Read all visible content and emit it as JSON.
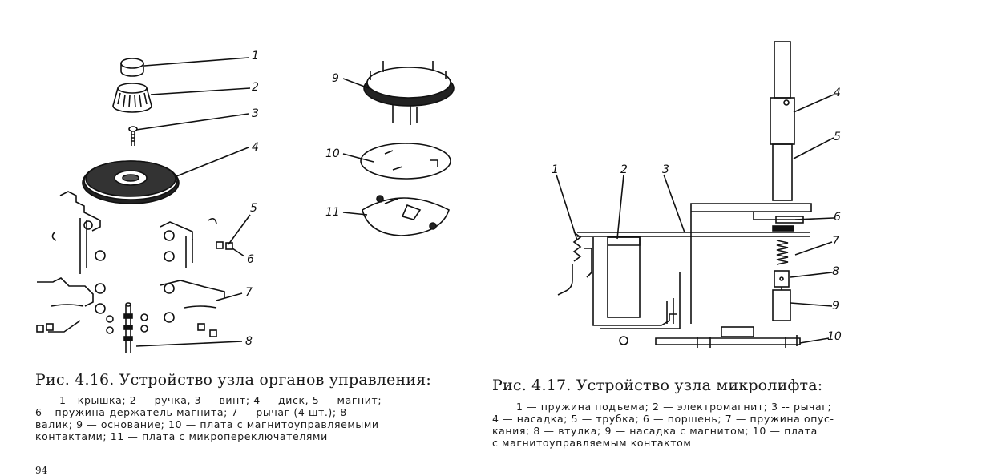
{
  "fig416": {
    "labels": [
      "1",
      "2",
      "3",
      "4",
      "5",
      "6",
      "7",
      "8",
      "9",
      "10",
      "11"
    ],
    "title": "Рис. 4.16. Устройство узла органов управления:",
    "lines": [
      "1 -  крышка; 2 — ручка, 3 — винт; 4 — диск, 5 — магнит;",
      "6 – пружина-держатель магнита; 7 — рычаг  (4 шт.); 8 —",
      "валик; 9 — основание; 10 — плата с магнитоуправляемыми",
      "контактами; 11 — плата с микропереключателями"
    ]
  },
  "fig417": {
    "labels": [
      "1",
      "2",
      "3",
      "4",
      "5",
      "6",
      "7",
      "8",
      "9",
      "10"
    ],
    "title": "Рис. 4.17. Устройство узла микролифта:",
    "lines": [
      "1 — пружина  подъема;  2 — электромагнит;  3 -- рычаг;",
      "4 — насадка;  5 — трубка;  6 — поршень;  7 — пружина  опус-",
      "кания;  8 — втулка;  9 — насадка  с  магнитом;  10 — плата",
      "с магнитоуправляемым контактом"
    ]
  },
  "page_number": "94"
}
